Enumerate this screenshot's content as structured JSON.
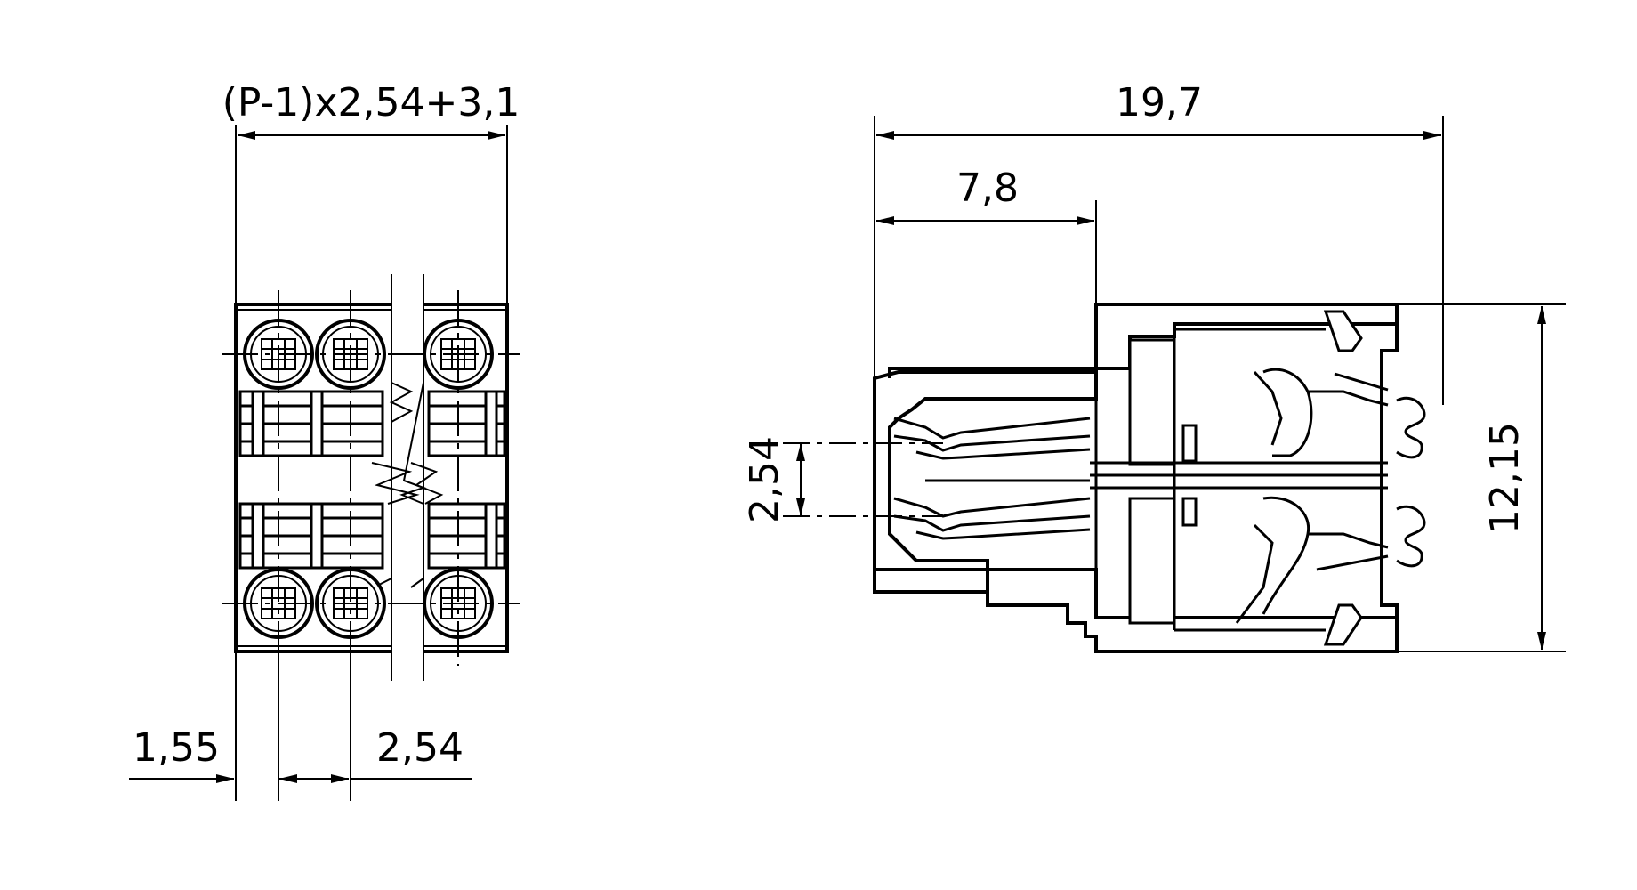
{
  "drawing": {
    "labels": {
      "total_width_formula": "(P-1)x2,54+3,1",
      "edge_offset": "1,55",
      "pitch_front": "2,54",
      "overall_length": "19,7",
      "front_depth": "7,8",
      "pitch_side": "2,54",
      "overall_height": "12,15"
    },
    "colors": {
      "line": "#000000",
      "background": "#ffffff"
    }
  }
}
